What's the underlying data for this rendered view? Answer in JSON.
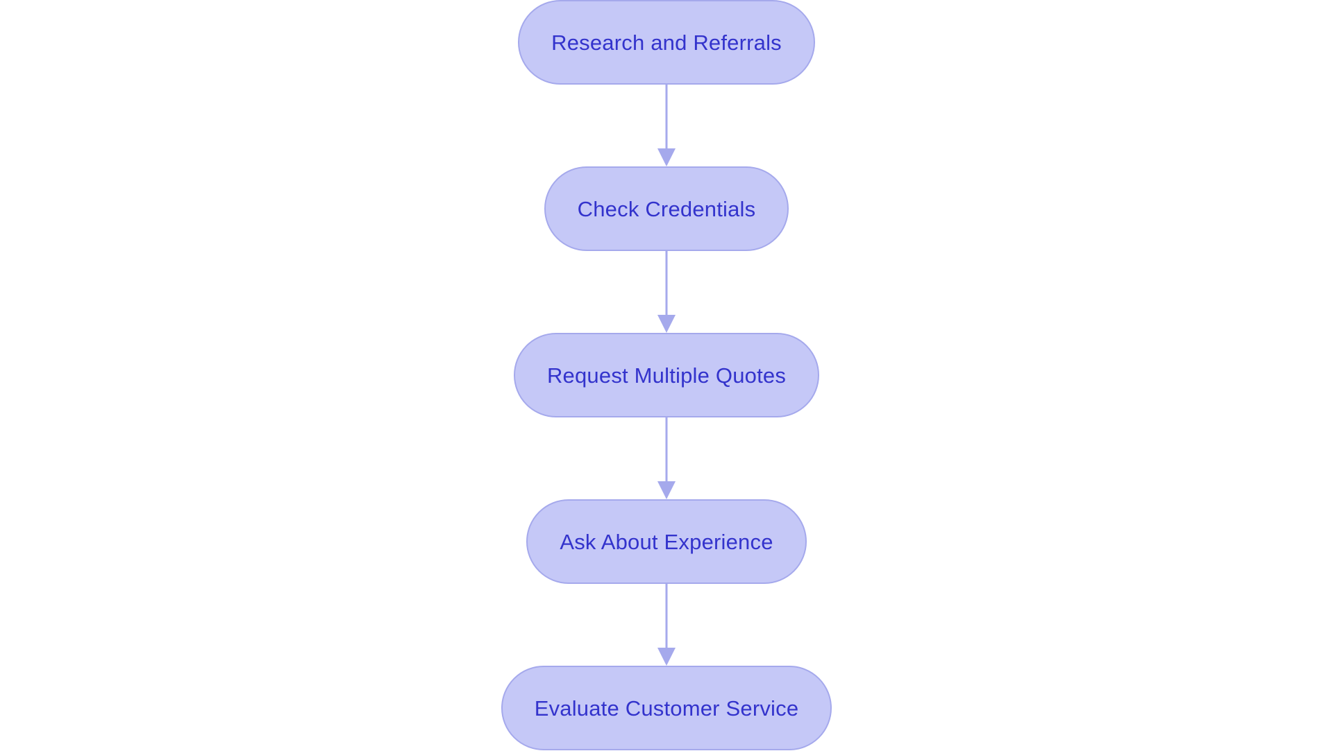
{
  "diagram": {
    "type": "flowchart",
    "orientation": "vertical-top-to-bottom",
    "background_color": "#ffffff",
    "node_fill_color": "#c5c8f7",
    "node_border_color": "#a5a9ec",
    "node_text_color": "#3333cc",
    "connector_color": "#a5a9ec",
    "node_shape": "pill",
    "nodes": [
      {
        "id": "node-1",
        "label": "Research and Referrals"
      },
      {
        "id": "node-2",
        "label": "Check Credentials"
      },
      {
        "id": "node-3",
        "label": "Request Multiple Quotes"
      },
      {
        "id": "node-4",
        "label": "Ask About Experience"
      },
      {
        "id": "node-5",
        "label": "Evaluate Customer Service"
      }
    ],
    "connectors": [
      {
        "id": "connector-1-2",
        "from": "node-1",
        "to": "node-2",
        "arrow": "down"
      },
      {
        "id": "connector-2-3",
        "from": "node-2",
        "to": "node-3",
        "arrow": "down"
      },
      {
        "id": "connector-3-4",
        "from": "node-3",
        "to": "node-4",
        "arrow": "down"
      },
      {
        "id": "connector-4-5",
        "from": "node-4",
        "to": "node-5",
        "arrow": "down"
      }
    ]
  }
}
